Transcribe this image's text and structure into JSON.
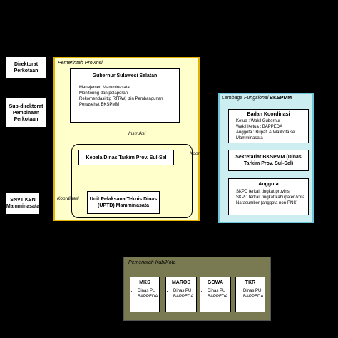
{
  "left_labels": {
    "direktorat": "Direktorat Perkotaan",
    "subdirektorat": "Sub-direktorat Pembinaan Perkotaan",
    "snvt": "SNVT KSN Mamminasata"
  },
  "provinsi": {
    "title": "Pemerintah Provinsi",
    "gubernur": {
      "title": "Gubernur Sulawesi Selatan",
      "items": [
        "Manajemen Mamminasata",
        "Monitoring dan pelaporan",
        "Rekomendasi ttg RTRW, Izin Pembangunan",
        "Penasehat BKSPMM"
      ]
    },
    "instruksi": "Instruksi",
    "kepala": "Kepala Dinas Tarkim Prov. Sul-Sel",
    "uptd": "Unit Pelaksana Teknis Dinas (UPTD) Mamminasata",
    "koordinasi_left": "Koordinasi"
  },
  "lembaga": {
    "title": "Lembaga Fungsional",
    "bkspmm": "BKSPMM",
    "badan": {
      "title": "Badan Koordinasi",
      "items": [
        "Ketua : Wakil Gubernur",
        "Wakil Ketua : BAPPEDA",
        "Anggota : Bupati & Walikota se Mamminasata"
      ]
    },
    "sekretariat": "Sekretariat BKSPMM (Dinas Tarkim Prov. Sul-Sel)",
    "anggota": {
      "title": "Anggota",
      "items": [
        "SKPD terkait tingkat provinsi",
        "SKPD terkait tingkat kabupaten/kota",
        "Narasumber (anggota non-PNS)"
      ]
    },
    "koordinasi_right": "Koordinasi"
  },
  "kabkota": {
    "title": "Pemerintah Kab/Kota",
    "cities": [
      {
        "name": "MKS",
        "items": [
          "Dinas PU",
          "BAPPEDA"
        ]
      },
      {
        "name": "MAROS",
        "items": [
          "Dinas PU",
          "BAPPEDA"
        ]
      },
      {
        "name": "GOWA",
        "items": [
          "Dinas PU",
          "BAPPEDA"
        ]
      },
      {
        "name": "TKR",
        "items": [
          "Dinas PU",
          "BAPPEDA"
        ]
      }
    ]
  },
  "colors": {
    "provinsi_bg": "#ffffcc",
    "provinsi_border": "#e0b400",
    "lembaga_bg": "#cdeef0",
    "lembaga_border": "#6ec6d8",
    "kabkota_bg": "#7a7a52"
  }
}
